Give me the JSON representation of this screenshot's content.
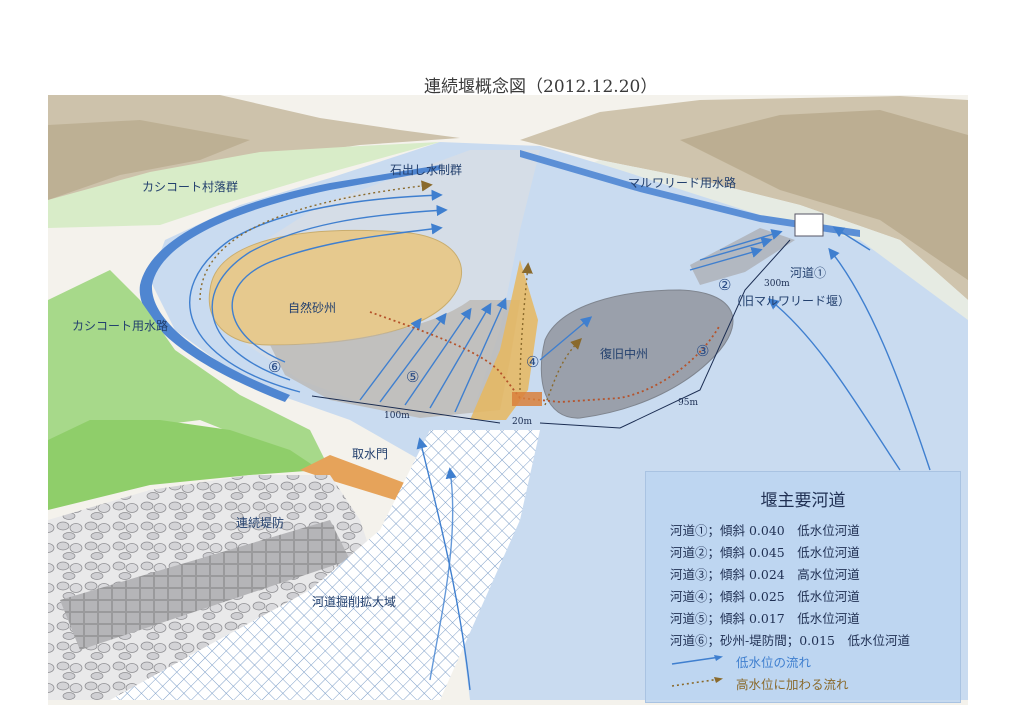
{
  "title": "連続堰概念図（2012.12.20）",
  "places": {
    "village": "カシコート村落群",
    "ishidashi": "石出し水制群",
    "canal_right": "マルワリード用水路",
    "canal_left": "カシコート用水路",
    "natural_sandbar": "自然砂州",
    "restored_sandbar": "復旧中州",
    "intake": "取水門",
    "levee": "連続堤防",
    "excavation": "河道掘削拡大域",
    "old_weir": "（旧マルワリード堰）"
  },
  "channels": {
    "c1": "河道①",
    "c2": "②",
    "c3": "③",
    "c4": "④",
    "c5": "⑤",
    "c6": "⑥"
  },
  "dimensions": {
    "d300": "300m",
    "d100": "100m",
    "d20": "20m",
    "d95": "95m"
  },
  "legend": {
    "title": "堰主要河道",
    "rows": [
      "河道①；傾斜 0.040　低水位河道",
      "河道②；傾斜 0.045　低水位河道",
      "河道③；傾斜 0.024　高水位河道",
      "河道④；傾斜 0.025　低水位河道",
      "河道⑤；傾斜 0.017　低水位河道",
      "河道⑥；砂州-堤防間；0.015　低水位河道"
    ],
    "low_flow": "低水位の流れ",
    "high_flow": "高水位に加わる流れ",
    "low_flow_color": "#3f7fcf",
    "high_flow_color": "#8a6a2c"
  },
  "colors": {
    "water": "#c9dbf0",
    "sand": "#e6c98e",
    "restored": "#9aa0ab",
    "mountain": "#cbbfa8",
    "vegetation": "#8fce6a"
  }
}
